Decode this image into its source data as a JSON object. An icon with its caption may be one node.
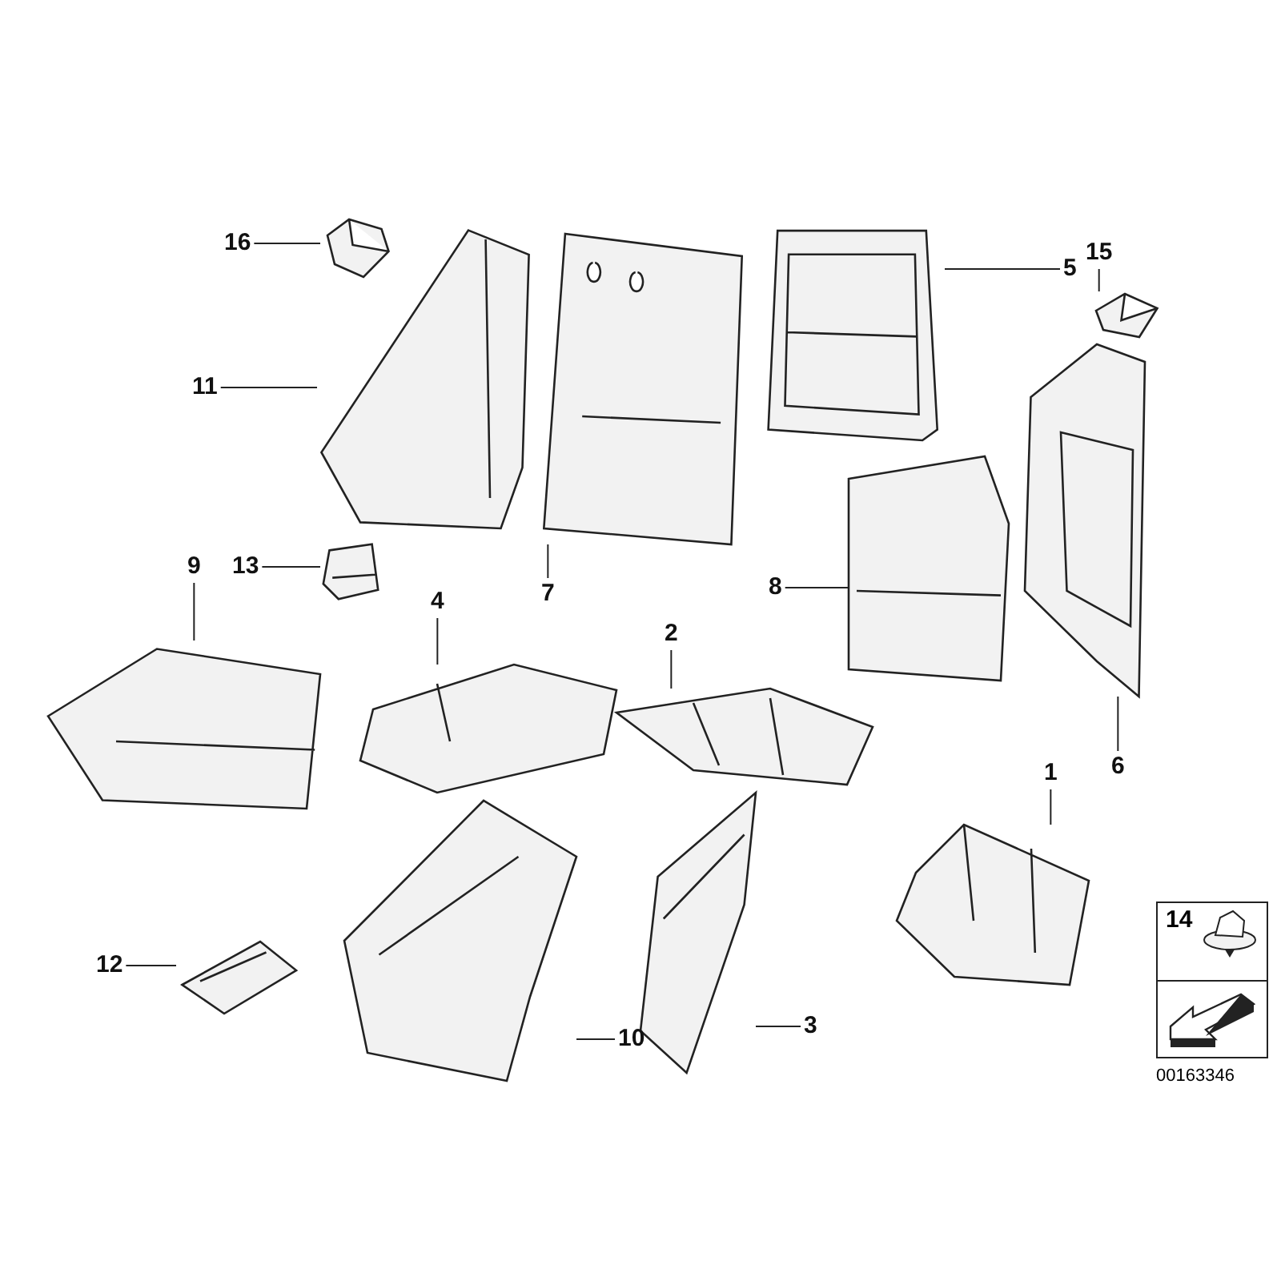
{
  "diagram": {
    "nodes": [
      {
        "text": [
          "16"
        ]
      },
      {
        "text": [
          "5"
        ]
      },
      {
        "text": [
          "15"
        ]
      },
      {
        "text": [
          "11"
        ]
      },
      {
        "text": [
          "7"
        ]
      },
      {
        "text": [
          "13"
        ]
      },
      {
        "text": [
          "9"
        ]
      },
      {
        "text": [
          "8"
        ]
      },
      {
        "text": [
          "4"
        ]
      },
      {
        "text": [
          "2"
        ]
      },
      {
        "text": [
          "6"
        ]
      },
      {
        "text": [
          "1"
        ]
      },
      {
        "text": [
          "12"
        ]
      },
      {
        "text": [
          "3"
        ]
      },
      {
        "text": [
          "10"
        ]
      },
      {
        "text": [],
        "shape": "picture"
      },
      {
        "text": [],
        "shape": "picture"
      },
      {
        "text": [],
        "shape": "picture"
      },
      {
        "text": [],
        "shape": "picture"
      },
      {
        "text": [],
        "shape": "picture"
      },
      {
        "text": [],
        "shape": "picture"
      },
      {
        "text": [],
        "shape": "picture"
      },
      {
        "text": [],
        "shape": "picture"
      },
      {
        "text": [],
        "shape": "picture"
      },
      {
        "text": [],
        "shape": "picture"
      },
      {
        "text": [],
        "shape": "picture"
      },
      {
        "text": [],
        "shape": "picture"
      },
      {
        "text": [],
        "shape": "picture"
      },
      {
        "text": [],
        "shape": "picture"
      },
      {
        "text": [],
        "shape": "picture"
      }
    ],
    "edges": [
      {
        "from": 0,
        "to": 15,
        "arrow": "none"
      },
      {
        "from": 1,
        "to": 16,
        "arrow": "none"
      },
      {
        "from": 2,
        "to": 17,
        "arrow": "none"
      },
      {
        "from": 3,
        "to": 18,
        "arrow": "none"
      },
      {
        "from": 4,
        "to": 19,
        "arrow": "none"
      },
      {
        "from": 5,
        "to": 20,
        "arrow": "none"
      },
      {
        "from": 6,
        "to": 21,
        "arrow": "none"
      },
      {
        "from": 7,
        "to": 22,
        "arrow": "none"
      },
      {
        "from": 8,
        "to": 23,
        "arrow": "none"
      },
      {
        "from": 9,
        "to": 24,
        "arrow": "none"
      },
      {
        "from": 10,
        "to": 25,
        "arrow": "none"
      },
      {
        "from": 11,
        "to": 26,
        "arrow": "none"
      },
      {
        "from": 12,
        "to": 27,
        "arrow": "none"
      },
      {
        "from": 13,
        "to": 28,
        "arrow": "none"
      },
      {
        "from": 14,
        "to": 29,
        "arrow": "none"
      }
    ],
    "labels": [
      "14",
      "00163346"
    ]
  }
}
